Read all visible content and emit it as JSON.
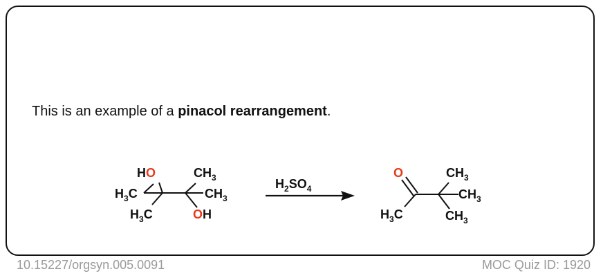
{
  "question": {
    "prefix": "This is an example of a ",
    "term": "pinacol rearrangement",
    "suffix": "."
  },
  "reactant": {
    "ho": {
      "o": "O",
      "h": "H"
    },
    "oh": {
      "o": "O",
      "h": "H"
    },
    "methyl_top_right": {
      "main": "CH",
      "sub": "3"
    },
    "methyl_right": {
      "main": "CH",
      "sub": "3"
    },
    "methyl_left_top": {
      "main": "H",
      "sub": "3",
      "tail": "C"
    },
    "methyl_left_bottom": {
      "main": "H",
      "sub": "3",
      "tail": "C"
    }
  },
  "reagent": {
    "main": "H",
    "sub1": "2",
    "mid": "SO",
    "sub2": "4"
  },
  "product": {
    "carbonyl_o": "O",
    "methyl_left": {
      "main": "H",
      "sub": "3",
      "tail": "C"
    },
    "methyl_top": {
      "main": "CH",
      "sub": "3"
    },
    "methyl_right": {
      "main": "CH",
      "sub": "3"
    },
    "methyl_bottom": {
      "main": "CH",
      "sub": "3"
    }
  },
  "footer": {
    "doi": "10.15227/orgsyn.005.0091",
    "quiz_id": "MOC Quiz ID: 1920"
  },
  "colors": {
    "oxygen": "#e8391c",
    "ink": "#111111",
    "footer": "#9a9a9a"
  }
}
